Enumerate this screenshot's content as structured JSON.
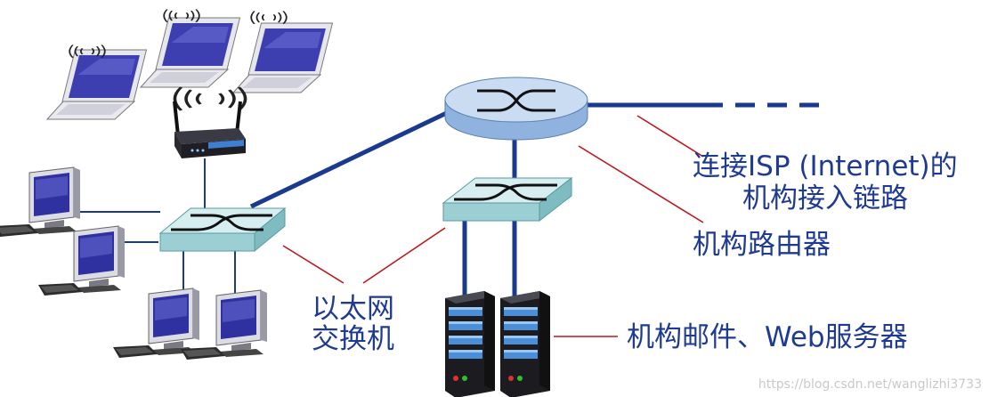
{
  "labels": {
    "isp_link_line1": "连接ISP (Internet)的",
    "isp_link_line2": "机构接入链路",
    "router": "机构路由器",
    "switch_line1": "以太网",
    "switch_line2": "交换机",
    "servers": "机构邮件、Web服务器"
  },
  "watermark": "https://blog.csdn.net/wanglizhi3733",
  "colors": {
    "link": "#1a3a8f",
    "callout": "#c0141c",
    "label": "#1f3a93",
    "device_top": "#d6eef0",
    "device_side": "#9ccfd3",
    "router_body": "#bcd4ef",
    "screen": "#3d3fb0"
  },
  "icons": [
    "laptop-icon",
    "wifi-waves-icon",
    "wireless-router-icon",
    "desktop-computer-icon",
    "ethernet-switch-icon",
    "router-icon",
    "server-icon"
  ]
}
